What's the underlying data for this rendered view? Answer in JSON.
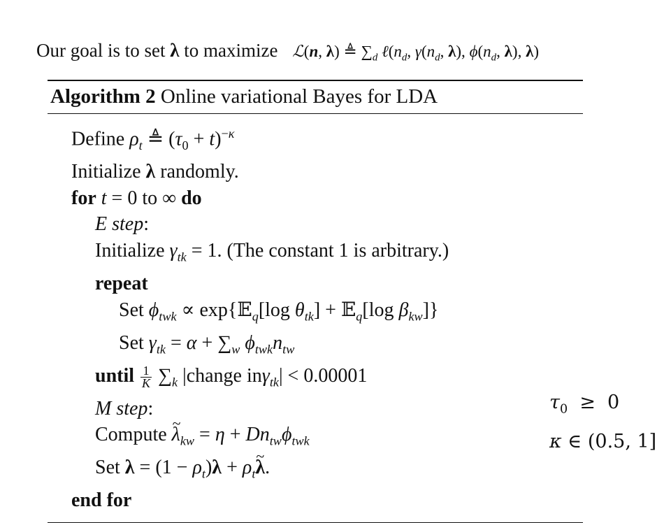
{
  "goal": {
    "text": "Our goal is to set λ to maximize",
    "formula": "ℒ(n, λ) ≜ ∑d ℓ(nd, γ(nd, λ), ϕ(nd, λ), λ)"
  },
  "algorithm": {
    "title_bold": "Algorithm 2",
    "title_rest": "Online variational Bayes for LDA",
    "lines": [
      "Define ρt ≜ (τ0 + t)−κ",
      "Initialize λ randomly.",
      "for t = 0 to ∞ do",
      "E step:",
      "Initialize γtk = 1. (The constant 1 is arbitrary.)",
      "repeat",
      "Set ϕtwk ∝ exp{Eq[log θtk] + Eq[log βkw]}",
      "Set γtk = α + ∑w ϕtwk ntw",
      "until 1/K ∑k |change inγtk| < 0.00001",
      "M step:",
      "Compute λ̃kw = η + Dntw ϕtwk",
      "Set λ = (1 − ρt)λ + ρt λ̃.",
      "end for"
    ]
  },
  "side_notes": [
    "τ0 ≥ 0",
    "κ ∈ (0.5, 1]"
  ]
}
